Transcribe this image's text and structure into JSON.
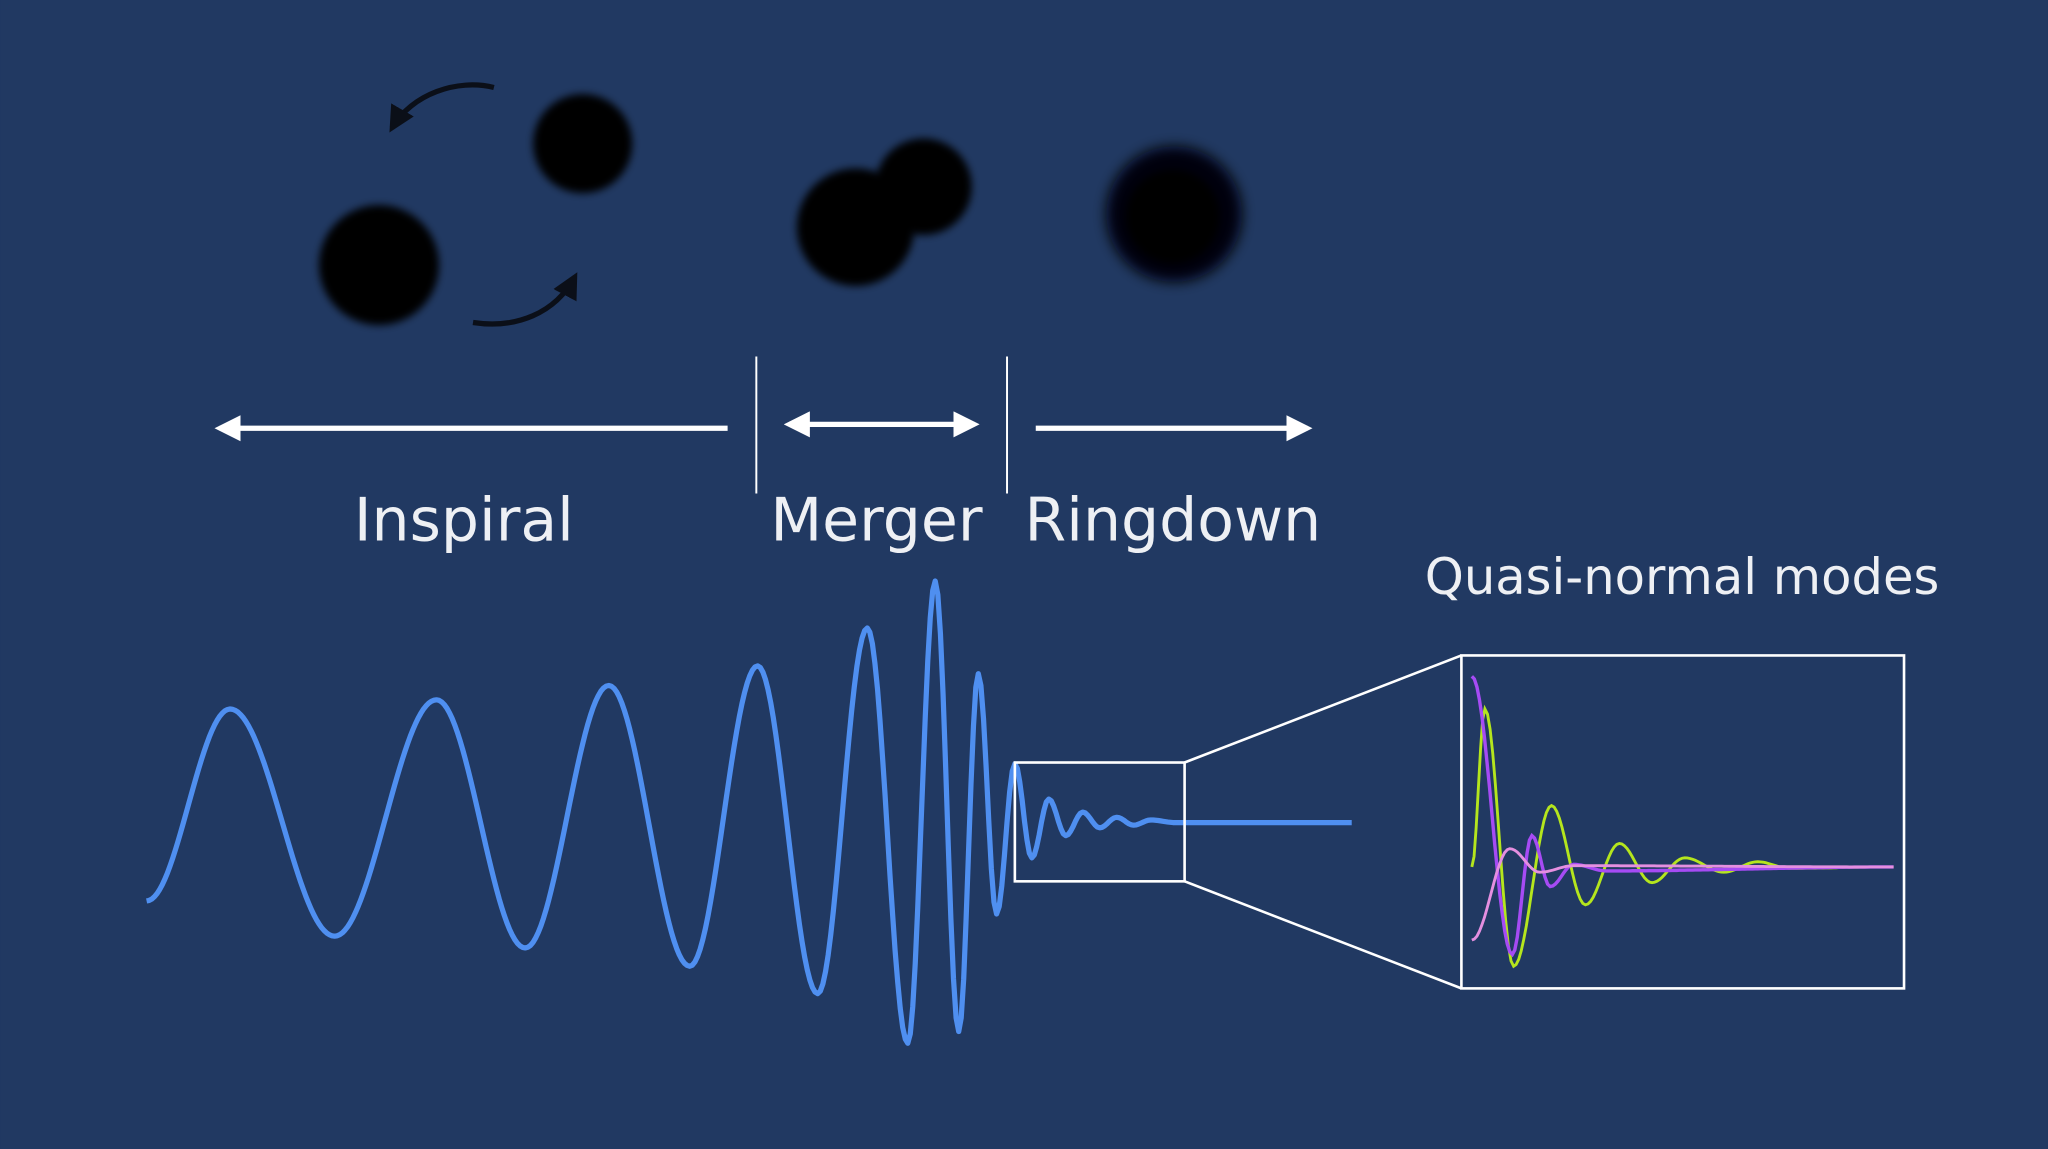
{
  "labels": {
    "inspiral": "Inspiral",
    "merger": "Merger",
    "ringdown": "Ringdown",
    "qnm": "Quasi-normal modes"
  },
  "colors": {
    "background": "#213962",
    "waveform": "#4f8ff0",
    "mode_green": "#b5e61d",
    "mode_purple": "#a64bf4",
    "mode_pink": "#e58fe0",
    "lines": "#ffffff"
  }
}
